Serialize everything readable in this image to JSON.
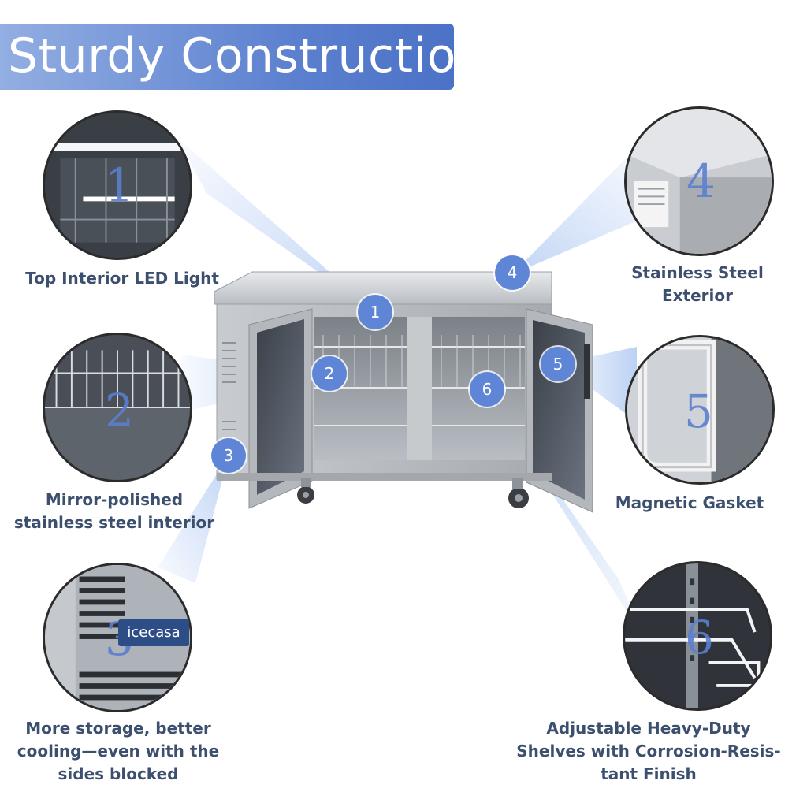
{
  "title": "Sturdy Construction",
  "colors": {
    "banner_start": "#93aee2",
    "banner_end": "#4c72c7",
    "marker": "#5f86d6",
    "label_text": "#3c4f6f",
    "beam": "#8fb3ee"
  },
  "brand": "icecasa",
  "features": [
    {
      "number": "1",
      "label_lines": [
        "Top Interior LED Light"
      ]
    },
    {
      "number": "2",
      "label_lines": [
        "Mirror-polished",
        "stainless steel interior"
      ]
    },
    {
      "number": "3",
      "label_lines": [
        "More storage, better",
        "cooling—even with the",
        "sides blocked"
      ]
    },
    {
      "number": "4",
      "label_lines": [
        "Stainless Steel",
        "Exterior"
      ]
    },
    {
      "number": "5",
      "label_lines": [
        "Magnetic Gasket"
      ]
    },
    {
      "number": "6",
      "label_lines": [
        "Adjustable Heavy-Duty",
        "Shelves with Corrosion-Resis-",
        "tant Finish"
      ]
    }
  ]
}
